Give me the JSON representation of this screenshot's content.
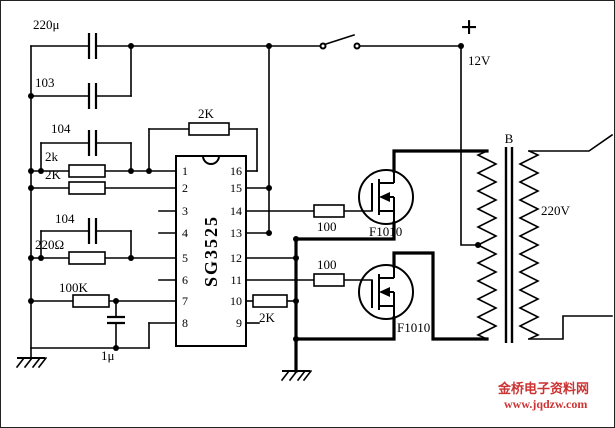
{
  "ic": {
    "name": "SG3525",
    "pins_left": [
      "1",
      "2",
      "3",
      "4",
      "5",
      "6",
      "7",
      "8"
    ],
    "pins_right": [
      "16",
      "15",
      "14",
      "13",
      "12",
      "11",
      "10",
      "9"
    ]
  },
  "labels": {
    "cap_220u": "220μ",
    "cap_103": "103",
    "cap_104_a": "104",
    "res_2k_a": "2k",
    "res_2k_b": "2K",
    "cap_104_b": "104",
    "res_220r": "220Ω",
    "res_100k": "100K",
    "cap_1u": "1μ",
    "res_2k_top": "2K",
    "res_2k_sd": "2K",
    "res_100_a": "100",
    "res_100_b": "100",
    "q1": "F1010",
    "q2": "F1010",
    "plus": "+",
    "supply_12v": "12V",
    "transformer_b": "B",
    "secondary_220v": "220V"
  },
  "watermark": {
    "line1": "金桥电子资料网",
    "line2": "www.jqdzw.com",
    "color": "#cc3333"
  }
}
